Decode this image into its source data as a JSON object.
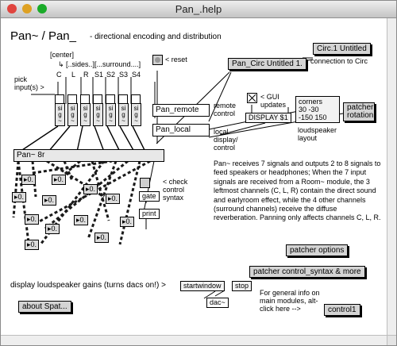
{
  "window": {
    "title": "Pan_.help",
    "lights": {
      "close": "#e0443e",
      "minimize": "#dea123",
      "zoom": "#1aab29"
    }
  },
  "patch": {
    "heading_main": "Pan~ / Pan_",
    "heading_sub": "- directional encoding and distribution",
    "center_label": "[center]",
    "sides_label": "↳ [..sides..][...surround....]",
    "channel_labels": [
      "C",
      "L",
      "R",
      "S1",
      "S2",
      "S3",
      "S4"
    ],
    "pick_input_label": "pick input(s) >",
    "reset_label": "< reset",
    "pan_circ_button": "Pan_Circ Untitled 1.",
    "circ_untitled_button": "Circ.1 Untitled",
    "connection_to_circ": "connection to Circ",
    "gui_updates_label": "< GUI updates",
    "display_msg": "DISPLAY $1",
    "corners_msg": [
      "corners",
      "30 -30",
      "-150 150"
    ],
    "patcher_rotation": "patcher rotation",
    "loudspeaker_layout": "loudspeaker layout",
    "pan_remote": "Pan_remote",
    "remote_control_label": "remote control",
    "pan_local": "Pan_local",
    "local_display_label": "local display/ control",
    "pan_object": "Pan~ 8r",
    "check_control_label": "< check control syntax",
    "gate_label": "gate",
    "print_label": "print",
    "number_value": "0.",
    "description": "Pan~ receives 7 signals and outputs 2 to 8 signals to feed speakers or headphones; When the 7 input signals are received from a Room~ module, the 3 leftmost channels (C, L, R) contain the direct sound and earlyroom effect, while the 4 other channels (surround channels) receive the diffuse reverberation. Panning only affects channels C, L, R.",
    "patcher_options": "patcher options",
    "patcher_control_syntax": "patcher control_syntax & more",
    "loudspeaker_gains_label": "display loudspeaker gains (turns dacs on!) >",
    "startwindow_msg": "startwindow",
    "stop_msg": "stop",
    "dac_label": "dac~",
    "general_info": "For general info on main modules, alt-click here -->",
    "about_spat": "about Spat...",
    "control1": "control1"
  }
}
